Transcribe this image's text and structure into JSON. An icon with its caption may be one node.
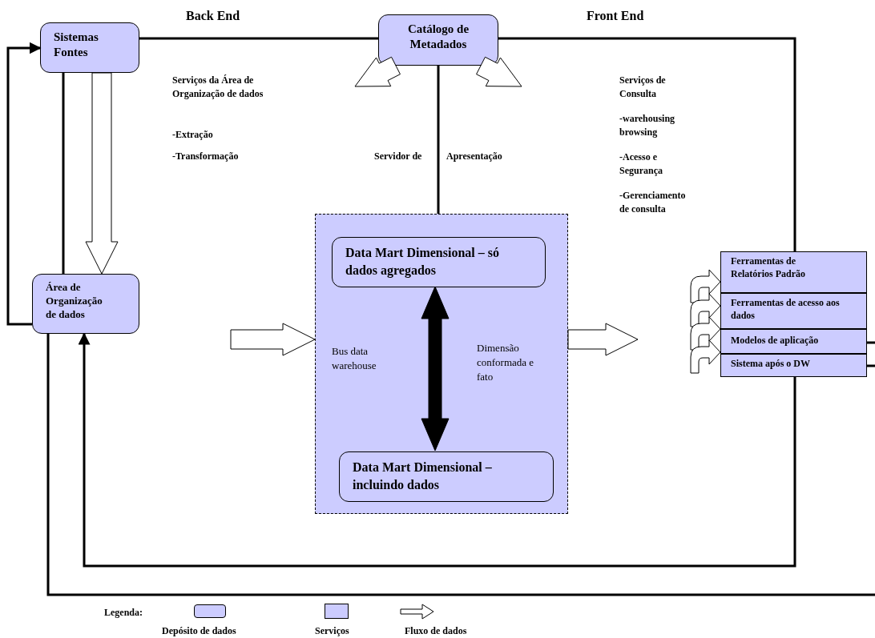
{
  "diagram": {
    "nodes": [
      {
        "text": [
          "Sistemas Fontes"
        ]
      },
      {
        "text": [
          "Catálogo de Metadados"
        ]
      },
      {
        "text": [
          "Área de Organização de dados"
        ]
      },
      {
        "text": [],
        "shape": "box"
      },
      {
        "text": [
          "Data Mart Dimensional – só dados agregados"
        ],
        "in": 3
      },
      {
        "text": [
          "Data Mart Dimensional – incluindo dados"
        ],
        "in": 3
      },
      {
        "text": [
          "Ferramentas de Relatórios Padrão"
        ]
      },
      {
        "text": [
          "Ferramentas de acesso aos dados"
        ]
      },
      {
        "text": [
          "Modelos de aplicação"
        ]
      },
      {
        "text": [
          "Sistema após o DW"
        ]
      }
    ],
    "edges": [
      {
        "from": 0,
        "to": 1,
        "arrow": "none"
      },
      {
        "from": 1,
        "to": 6,
        "arrow": "none"
      },
      {
        "from": 1,
        "to": 3,
        "arrow": "none"
      },
      {
        "from": 0,
        "to": 2,
        "arrow": "none"
      },
      {
        "from": 0,
        "to": 2,
        "arrow": "to",
        "style": "thick"
      },
      {
        "from": 2,
        "to": 0,
        "arrow": "to"
      },
      {
        "from": 9,
        "to": 2,
        "arrow": "to"
      },
      {
        "from": 2,
        "to": null,
        "arrow": "none"
      },
      {
        "from": 8,
        "to": null,
        "arrow": "none"
      },
      {
        "from": 9,
        "to": null,
        "arrow": "none"
      },
      {
        "from": null,
        "to": 3,
        "arrow": "to",
        "style": "thick"
      },
      {
        "from": 3,
        "to": null,
        "arrow": "to",
        "style": "thick"
      },
      {
        "from": 1,
        "to": null,
        "arrow": "to",
        "style": "thick"
      },
      {
        "from": 1,
        "to": null,
        "arrow": "to",
        "style": "thick"
      },
      {
        "from": 4,
        "to": 5,
        "arrow": "both",
        "style": "thick",
        "color": "#000000"
      },
      {
        "from": null,
        "to": 6,
        "arrow": "to",
        "style": "thick"
      },
      {
        "from": null,
        "to": 7,
        "arrow": "to",
        "style": "thick"
      },
      {
        "from": null,
        "to": 8,
        "arrow": "to",
        "style": "thick"
      },
      {
        "from": null,
        "to": 9,
        "arrow": "to",
        "style": "thick"
      }
    ],
    "labels": [
      "Back End",
      "Front End",
      "Serviços da Área de Organização de dados",
      "-Extração",
      "-Transformação",
      "Servidor de",
      "Apresentação",
      "Serviços de Consulta",
      "-warehousing browsing",
      "-Acesso e Segurança",
      "-Gerenciamento de consulta",
      "Bus data warehouse",
      "Dimensão conformada e fato",
      "Legenda:"
    ],
    "legend": [
      {
        "text": "Depósito de dados",
        "color": "#ccccff"
      },
      {
        "text": "Serviços",
        "color": "#ccccff"
      },
      {
        "text": "Fluxo de dados"
      }
    ]
  }
}
